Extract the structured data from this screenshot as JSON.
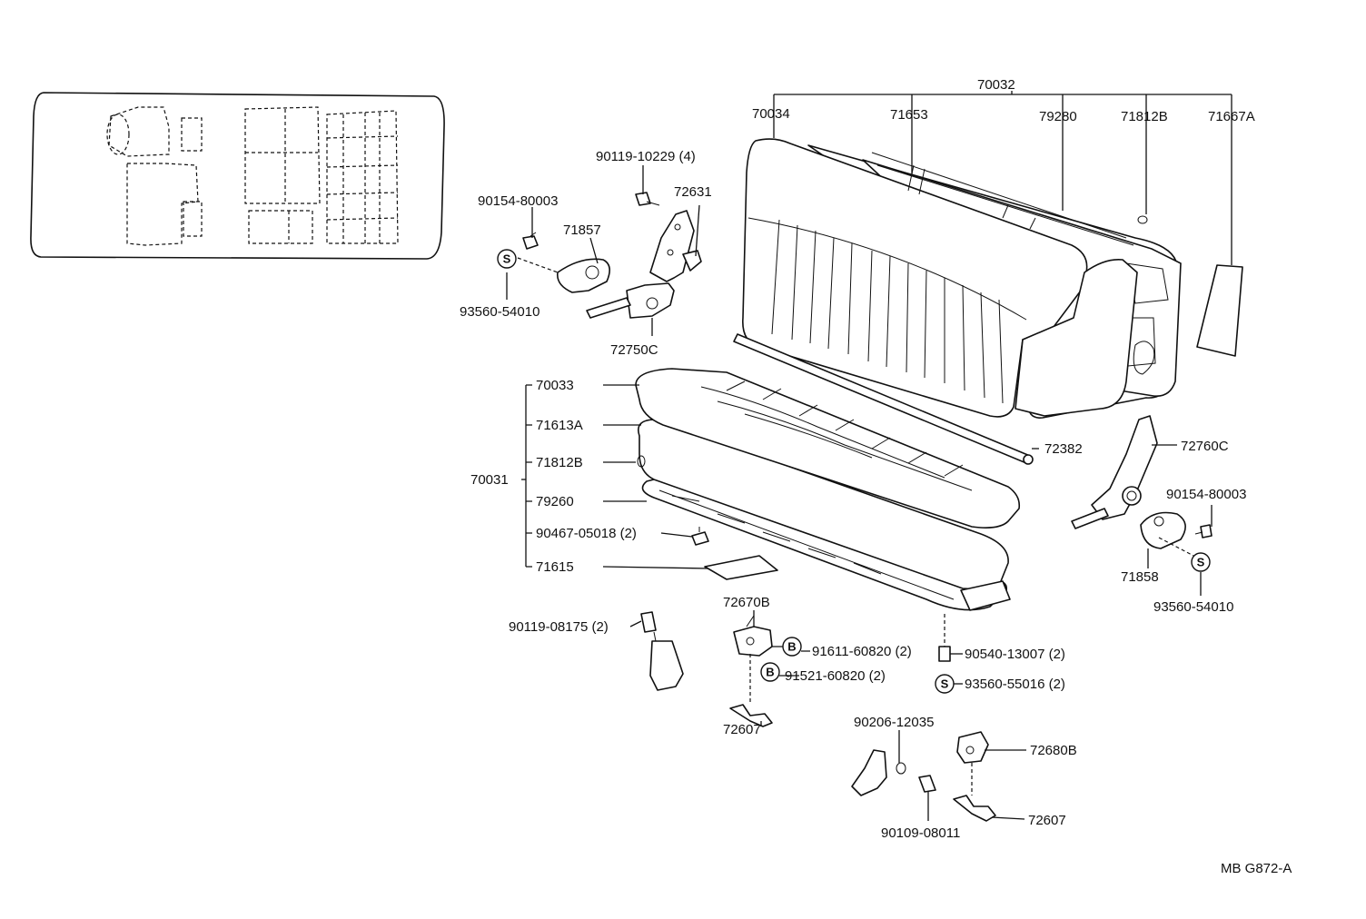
{
  "drawing_code": "MB G872-A",
  "symbols": {
    "S": "S",
    "B": "B"
  },
  "part_numbers": {
    "assy_rear_seat": "70032",
    "seatback_cover": "70034",
    "seatback_pad": "71653",
    "seatback_frame": "79280",
    "clip_back": "71812B",
    "back_board": "71667A",
    "screw_upper": "90119-10229 (4)",
    "hinge_upper_left": "72631",
    "bolt_left": "90154-80003",
    "cover_left": "71857",
    "washer_left": "93560-54010",
    "adjuster_left": "72750C",
    "assy_cushion": "70031",
    "cushion_cover": "70033",
    "cushion_pad": "71613A",
    "clip_cushion": "71812B",
    "cushion_frame": "79260",
    "clip_small": "90467-05018 (2)",
    "cushion_board": "71615",
    "rod": "72382",
    "adjuster_right": "72760C",
    "bolt_right": "90154-80003",
    "cover_right": "71858",
    "washer_right": "93560-54010",
    "lock_left": "72670B",
    "bolt_lock": "90119-08175 (2)",
    "bolt_b1": "91611-60820 (2)",
    "bolt_b2": "91521-60820 (2)",
    "striker_left": "72607",
    "collar": "90540-13007 (2)",
    "washer_s": "93560-55016 (2)",
    "washer_small": "90206-12035",
    "lock_right": "72680B",
    "striker_right": "72607",
    "bolt_bottom": "90109-08011"
  }
}
